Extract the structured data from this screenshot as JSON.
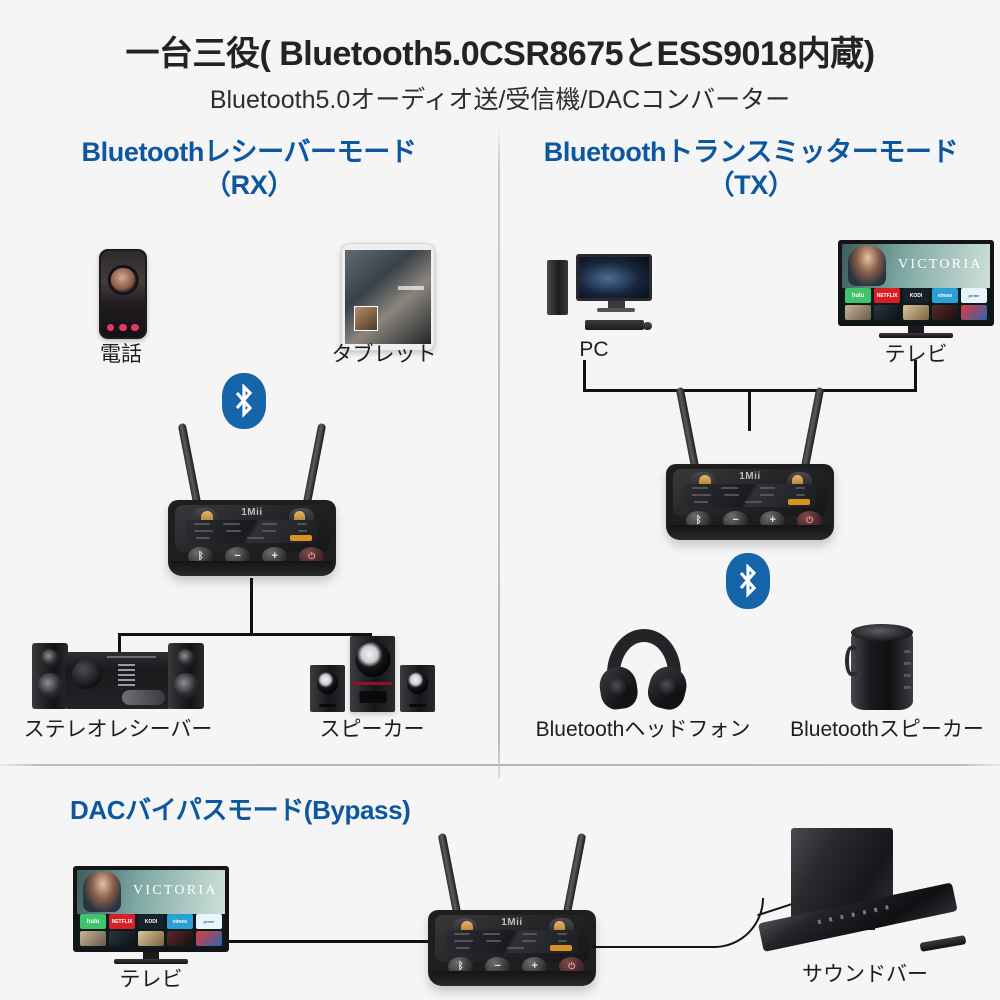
{
  "header": {
    "title": "一台三役( Bluetooth5.0CSR8675とESS9018内蔵)",
    "subtitle": "Bluetooth5.0オーディオ送/受信機/DACコンバーター"
  },
  "sections": {
    "rx": {
      "title_line1": "Bluetoothレシーバーモード",
      "title_line2": "（RX）",
      "sources": [
        {
          "label": "電話",
          "icon": "smartphone-icon"
        },
        {
          "label": "タブレット",
          "icon": "tablet-icon"
        }
      ],
      "outputs": [
        {
          "label": "ステレオレシーバー",
          "icon": "stereo-receiver-icon"
        },
        {
          "label": "スピーカー",
          "icon": "speaker-set-icon"
        }
      ],
      "wireless_badge": "bluetooth-icon"
    },
    "tx": {
      "title_line1": "Bluetoothトランスミッターモード",
      "title_line2": "（TX）",
      "sources": [
        {
          "label": "PC",
          "icon": "desktop-computer-icon"
        },
        {
          "label": "テレビ",
          "icon": "television-icon"
        }
      ],
      "outputs": [
        {
          "label": "Bluetoothヘッドフォン",
          "icon": "headphone-icon"
        },
        {
          "label": "Bluetoothスピーカー",
          "icon": "bluetooth-speaker-icon"
        }
      ],
      "wireless_badge": "bluetooth-icon"
    },
    "dac": {
      "title": "DACバイパスモード(Bypass)",
      "source": {
        "label": "テレビ",
        "icon": "television-icon"
      },
      "output": {
        "label": "サウンドバー",
        "icon": "soundbar-icon"
      }
    }
  },
  "device": {
    "brand": "1Mii",
    "buttons": [
      {
        "name": "bluetooth-button",
        "glyph": "ᛒ"
      },
      {
        "name": "volume-down-button",
        "glyph": "−"
      },
      {
        "name": "volume-up-button",
        "glyph": "+"
      },
      {
        "name": "power-button",
        "glyph": "⏻"
      }
    ],
    "switches": [
      "tx-rx-switch",
      "mode-switch"
    ]
  },
  "tv_screen": {
    "show_title": "VICTORIA",
    "apps": [
      {
        "name": "hulu",
        "color": "#3ec46d"
      },
      {
        "name": "NETFLIX",
        "color": "#d81f26"
      },
      {
        "name": "KODI",
        "color": "#17212b"
      },
      {
        "name": "vimeo",
        "color": "#2ba0d6"
      },
      {
        "name": "prime video",
        "color": "#eaf4fb"
      }
    ]
  },
  "colors": {
    "accent_blue": "#0d57a0",
    "bluetooth_blue": "#1565a8",
    "background": "#f5f5f5",
    "line": "#111111",
    "divider": "#b9b9b9"
  }
}
